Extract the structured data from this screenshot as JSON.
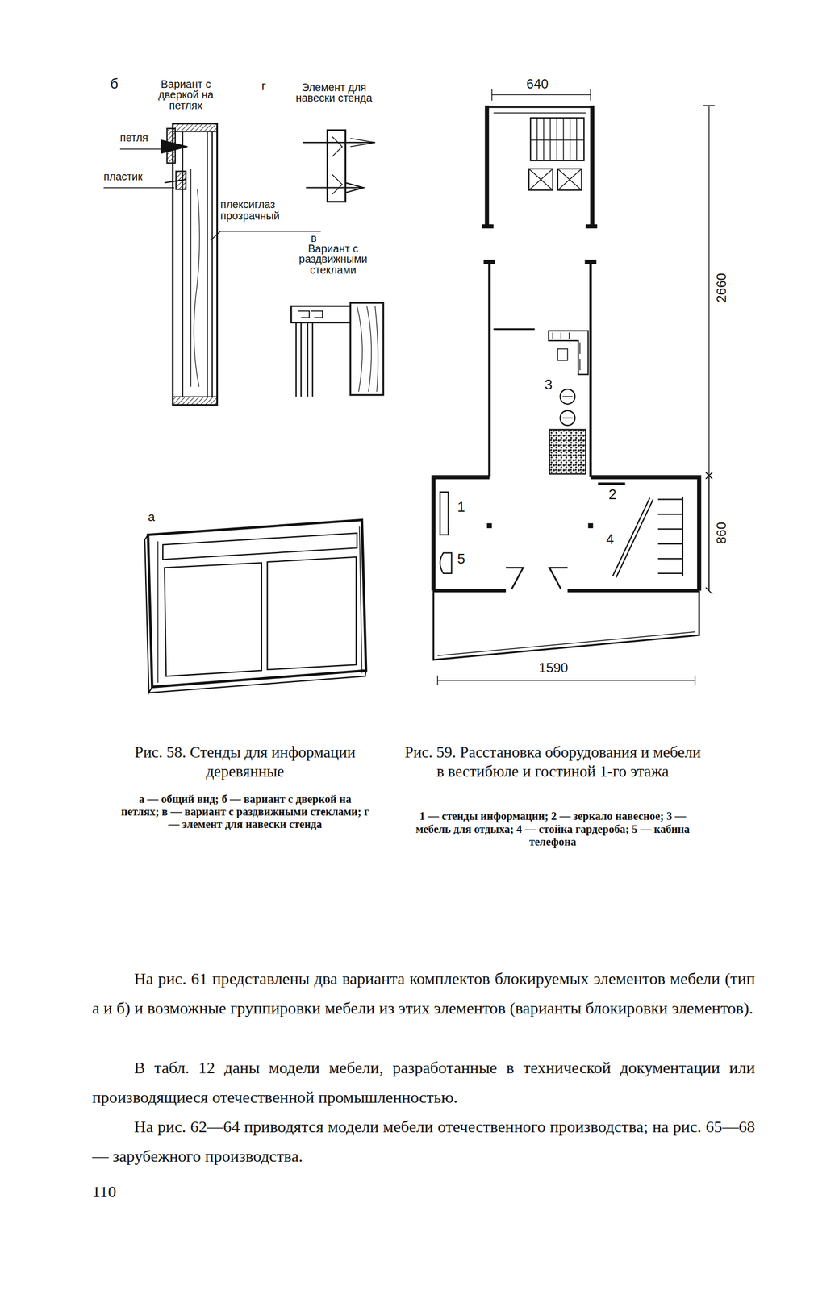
{
  "diagram": {
    "labels": [
      "б",
      "Вариант с дверкой на петлях",
      "г",
      "Элемент для навески стенда",
      "петля",
      "пластик",
      "плексиглаз прозрачный",
      "в",
      "Вариант с раздвижными стеклами",
      "а",
      "640",
      "2660",
      "3",
      "1",
      "2",
      "4",
      "5",
      "860",
      "1590",
      "Рис. 58. Стенды для информации деревянные",
      "а — общий вид; б — вариант с дверкой на петлях; в — вариант с раздвижными стеклами; г — элемент для навески стенда",
      "Рис. 59. Расстановка оборудования и мебели в вестибюле и гостиной 1-го этажа",
      "1 — стенды информации; 2 — зеркало навесное; 3 — мебель для отдыха; 4 — стойка гардероба; 5 — кабина телефона",
      "На рис. 61 представлены два варианта комплектов блокируемых элементов мебели (тип а и б) и возможные группировки мебели из этих элементов (варианты блокировки элементов).",
      "В табл. 12 даны модели мебели, разработанные в технической документации или производящиеся отечественной промышленностью.",
      "На рис. 62—64 приводятся модели мебели отечественного производства; на рис. 65—68 — зарубежного производства.",
      "110"
    ]
  }
}
